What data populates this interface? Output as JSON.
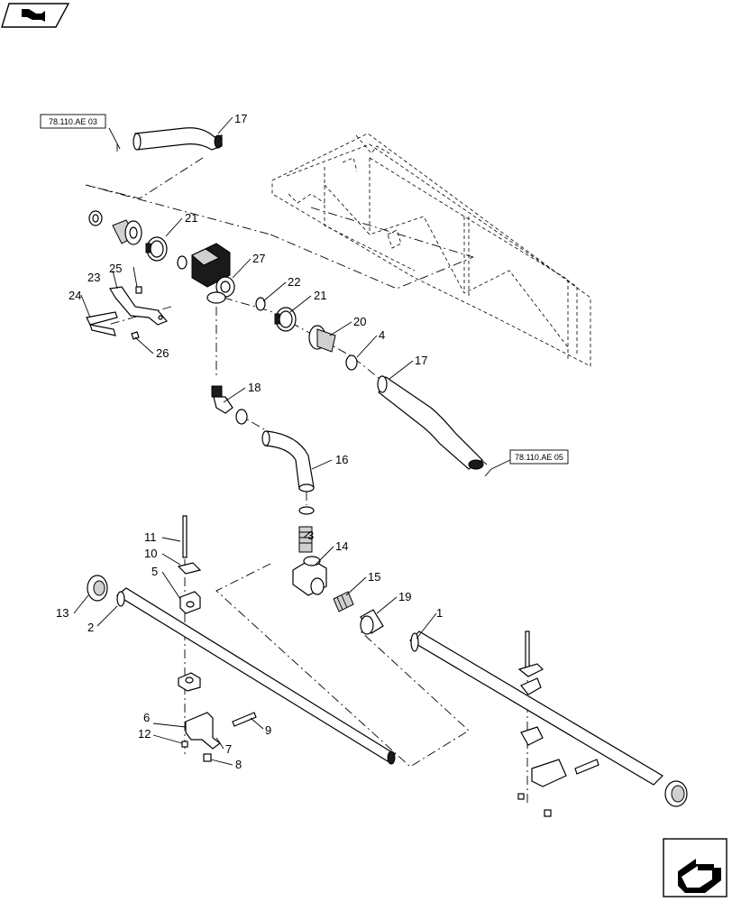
{
  "references": {
    "top_left": "78.110.AE 03",
    "right": "78.110.AE 05"
  },
  "callouts": {
    "c1": "1",
    "c2": "2",
    "c3": "3",
    "c4": "4",
    "c5": "5",
    "c6": "6",
    "c7": "7",
    "c8": "8",
    "c9": "9",
    "c10": "10",
    "c11": "11",
    "c12": "12",
    "c13": "13",
    "c14": "14",
    "c15": "15",
    "c16": "16",
    "c17a": "17",
    "c17b": "17",
    "c18": "18",
    "c19": "19",
    "c20": "20",
    "c21a": "21",
    "c21b": "21",
    "c22": "22",
    "c23": "23",
    "c24": "24",
    "c25": "25",
    "c26": "26",
    "c27": "27"
  },
  "icons": {
    "top_left": "book-arrow-icon",
    "bottom_right": "next-page-arrow-icon"
  }
}
